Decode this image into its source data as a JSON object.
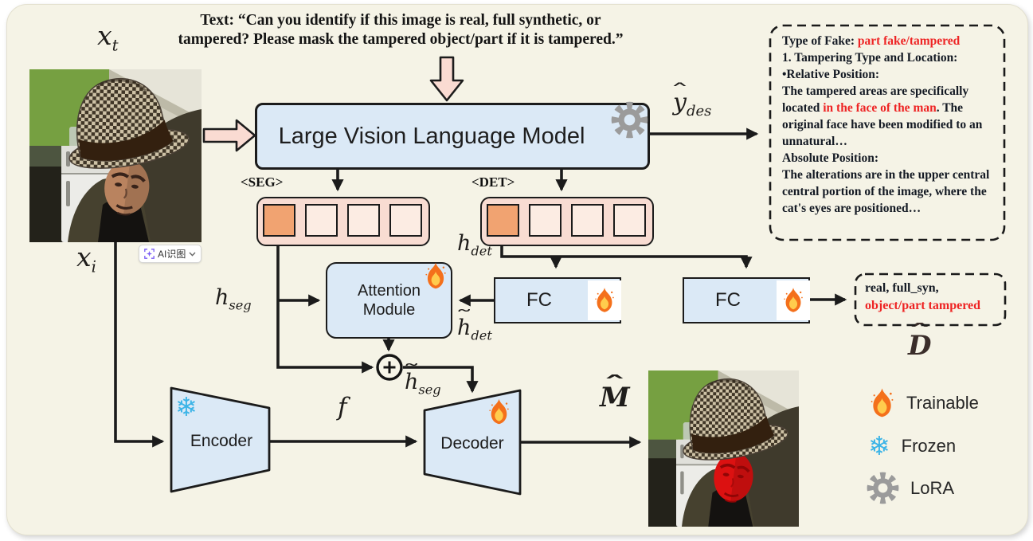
{
  "prompt": {
    "line1": "Text: “Can you identify if this image is real, full synthetic, or",
    "line2": "tampered? Please mask the tampered object/part if it is tampered.”"
  },
  "lvlm": {
    "title": "Large Vision Language Model"
  },
  "tokens": {
    "seg_label": "<SEG>",
    "det_label": "<DET>"
  },
  "modules": {
    "attention": [
      "Attention",
      "Module"
    ],
    "fc_left": "FC",
    "fc_right": "FC",
    "encoder": "Encoder",
    "decoder": "Decoder"
  },
  "math_labels": {
    "x_t": {
      "base": "x",
      "sub": "t"
    },
    "x_i": {
      "base": "x",
      "sub": "i"
    },
    "y_des": {
      "base": "y",
      "accent": "ˆ",
      "sub": "des"
    },
    "h_seg": {
      "base": "h",
      "sub": "seg"
    },
    "h_det": {
      "base": "h",
      "sub": "det"
    },
    "h_det_tilde": {
      "base": "h",
      "accent": "˜",
      "sub": "det"
    },
    "h_seg_tilde": {
      "base": "h",
      "accent": "˜",
      "sub": "seg"
    },
    "f": {
      "base": "f"
    },
    "m_hat": {
      "base": "M",
      "accent": "ˆ"
    },
    "d_hat": {
      "base": "D",
      "accent": "ˆ"
    }
  },
  "description_box": {
    "segments": [
      {
        "text": "Type of Fake: "
      },
      {
        "text": "part fake/tampered\n",
        "color": "red"
      },
      {
        "text": "1. Tampering Type and Location:\n"
      },
      {
        "text": "•Relative Position:\n"
      },
      {
        "text": "The tampered areas are specifically located "
      },
      {
        "text": "in the face of the man",
        "color": "red"
      },
      {
        "text": ". The original face have been modified to an unnatural…\n"
      },
      {
        "text": "Absolute Position:\n"
      },
      {
        "text": "The alterations are in the upper central central portion of the image, where the cat's eyes are positioned…"
      }
    ]
  },
  "class_box": {
    "line1": "real, full_syn,",
    "line2": "object/part tampered"
  },
  "legend": {
    "items": [
      {
        "icon": "fire-icon",
        "label": "Trainable"
      },
      {
        "icon": "snowflake-icon",
        "label": "Frozen"
      },
      {
        "icon": "gear-icon",
        "label": "LoRA"
      }
    ]
  },
  "overlay_button": {
    "label": "AI识图",
    "icon": "sparkle-scan-icon"
  },
  "icons": {
    "snowflake": "❄"
  },
  "colors": {
    "background": "#f5f3e6",
    "module_fill": "#dbe9f6",
    "module_border": "#1b1b1b",
    "token_row_fill": "#f8dcd2",
    "token_fill": "#fcece3",
    "token_active_fill": "#f1a371",
    "block_arrow_fill": "#fadbd2",
    "red_text": "#ee2424",
    "mask_red": "#dc1111",
    "snowflake_blue": "#3cb4e7",
    "gear_gray": "#9b9b9b"
  }
}
